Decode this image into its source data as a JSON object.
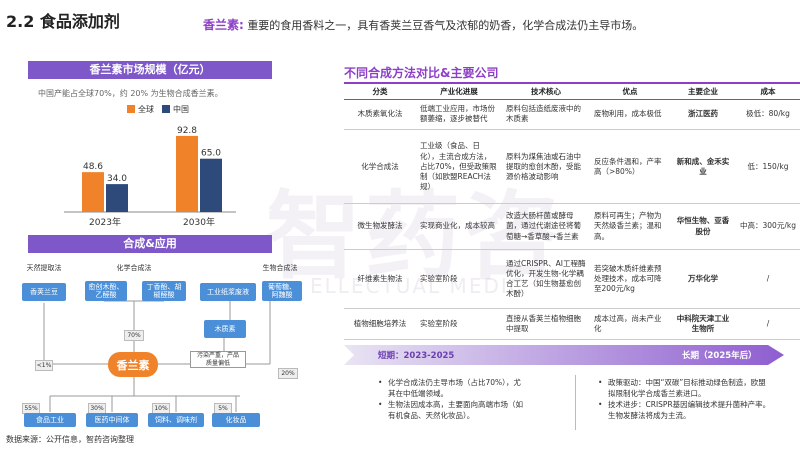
{
  "title": "2.2 食品添加剂",
  "intro": {
    "highlight": "香兰素:",
    "text": "重要的食用香料之一，具有香荚兰豆香气及浓郁的奶香，化学合成法仍主导市场。"
  },
  "market": {
    "panel_title": "香兰素市场规模（亿元）",
    "note": "中国产能占全球70%，约 20% 为生物合成香兰素。"
  },
  "chart_data": {
    "type": "bar",
    "categories": [
      "2023年",
      "2030年"
    ],
    "series": [
      {
        "name": "全球",
        "values": [
          48.6,
          92.8
        ],
        "color": "#f0822a"
      },
      {
        "name": "中国",
        "values": [
          34.0,
          65.0
        ],
        "color": "#2d4a7a"
      }
    ],
    "value_labels": [
      [
        "48.6",
        "92.8"
      ],
      [
        "34.0",
        "65.0"
      ]
    ],
    "ylim": [
      0,
      100
    ]
  },
  "flow": {
    "panel_title": "合成&应用",
    "section_labels": [
      "天然提取法",
      "化学合成法",
      "生物合成法"
    ],
    "sources": [
      "香荚兰豆",
      "愈创木酚、\n乙醛酸",
      "丁香酚、胡\n椒醛酸",
      "工业纸浆废液",
      "木质素",
      "葡萄糖、\n阿魏酸"
    ],
    "center": "香兰素",
    "pct_in": [
      "<1%",
      "70%",
      "20%"
    ],
    "tag": "污染严重，产品\n质量偏低",
    "pct_out": [
      "55%",
      "30%",
      "10%",
      "5%"
    ],
    "outputs": [
      "食品工业",
      "医药中间体",
      "饲料、调味剂",
      "化妆品"
    ]
  },
  "source_note": "数据来源：公开信息，智药咨询整理",
  "methods": {
    "title": "不同合成方法对比&主要公司",
    "headers": [
      "分类",
      "产业化进展",
      "技术核心",
      "优点",
      "主要企业",
      "成本"
    ],
    "rows": [
      [
        "木质素氧化法",
        "低端工业应用，市场份额萎缩，逐步被替代",
        "原料包括造纸废液中的木质素",
        "废物利用，成本极低",
        "浙江医药",
        "极低：80/kg"
      ],
      [
        "化学合成法",
        "工业级（食品、日化），主流合成方法，占比70%，但受政策限制（如欧盟REACH法规）",
        "原料为煤焦油或石油中提取的愈创木酚，受能源价格波动影响",
        "反应条件温和，产率高（>80%）",
        "新和成、金禾实业",
        "低：150/kg"
      ],
      [
        "微生物发酵法",
        "实现商业化，成本较高",
        "改造大肠杆菌或酵母菌，通过代谢途径将葡萄糖→香草酸→香兰素",
        "原料可再生；产物为天然级香兰素；温和高。",
        "华恒生物、亚香股份",
        "中高：300元/kg"
      ],
      [
        "纤维素生物法",
        "实验室阶段",
        "通过CRISPR、AI工程酶优化，开发生物-化学耦合工艺（如生物基愈创木酚）",
        "若突破木质纤维素预处理技术，成本可降至200元/kg",
        "万华化学",
        "/"
      ],
      [
        "植物细胞培养法",
        "实验室阶段",
        "直接从香荚兰植物细胞中提取",
        "成本过高，尚未产业化",
        "中科院天津工业生物所",
        "/"
      ]
    ]
  },
  "timeline": {
    "short": "短期：2023-2025",
    "long": "长期（2025年后）"
  },
  "short_points": [
    "化学合成法仍主导市场（占比70%），尤其在中低端领域。",
    "生物法因成本高，主要面向高端市场（如有机食品、天然化妆品）。"
  ],
  "long_points": [
    "政策驱动：中国“双碳”目标推动绿色制造，欧盟拟限制化学合成香兰素进口。",
    "技术进步：CRISPR基因编辑技术提升菌种产率。生物发酵法将成为主流。"
  ],
  "watermark": {
    "main": "智药咨",
    "sub": "ELLECTUAL MEDIC"
  }
}
